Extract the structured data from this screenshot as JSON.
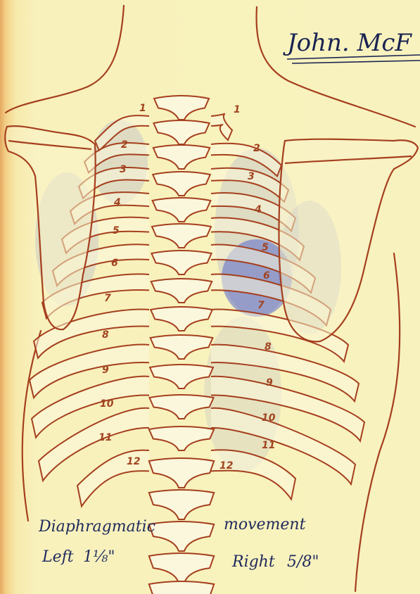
{
  "header": {
    "patient_name": "John. McF"
  },
  "labels": {
    "left_ribs": [
      "1",
      "2",
      "3",
      "4",
      "5",
      "6",
      "7",
      "8",
      "9",
      "10",
      "11",
      "12"
    ],
    "right_ribs": [
      "1",
      "2",
      "3",
      "4",
      "5",
      "6",
      "7",
      "8",
      "9",
      "10",
      "11",
      "12"
    ]
  },
  "notes": {
    "diaphragmatic": "Diaphragmatic",
    "movement": "movement",
    "left_label": "Left",
    "left_value": "1⅛\"",
    "right_label": "Right",
    "right_value": "5/8\""
  },
  "colors": {
    "ink": "#a53f1e",
    "paper": "#f8f2be",
    "bone": "#fbf7dc",
    "shading": "#4f5fd4",
    "writing": "#1f2a5c"
  }
}
